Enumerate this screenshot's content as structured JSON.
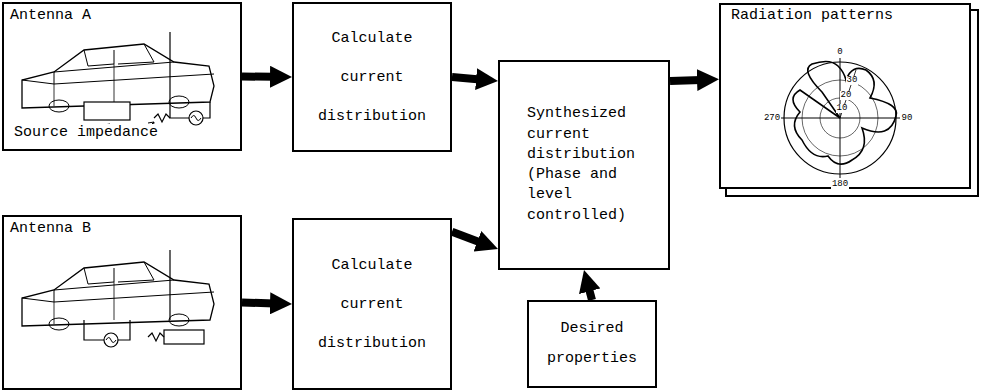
{
  "diagram": {
    "nodes": [
      {
        "text": [
          "Antenna A",
          "Source impedance"
        ]
      },
      {
        "text": [
          "Antenna B"
        ]
      },
      {
        "text": [
          "Calculate current distribution"
        ]
      },
      {
        "text": [
          "Calculate current distribution"
        ]
      },
      {
        "text": [
          "Synthesized current distribution (Phase and level controlled)"
        ]
      },
      {
        "text": [
          "Desired properties"
        ]
      },
      {
        "text": [
          "Radiation patterns"
        ]
      }
    ],
    "edges": [
      {
        "from": 0,
        "to": 2,
        "arrow": "to"
      },
      {
        "from": 1,
        "to": 3,
        "arrow": "to"
      },
      {
        "from": 2,
        "to": 4,
        "arrow": "to"
      },
      {
        "from": 3,
        "to": 4,
        "arrow": "to"
      },
      {
        "from": 4,
        "to": 6,
        "arrow": "to"
      },
      {
        "from": 5,
        "to": 4,
        "arrow": "to"
      }
    ],
    "labels": [
      "0",
      "30",
      "20",
      "10",
      "270",
      "90",
      "180"
    ]
  }
}
